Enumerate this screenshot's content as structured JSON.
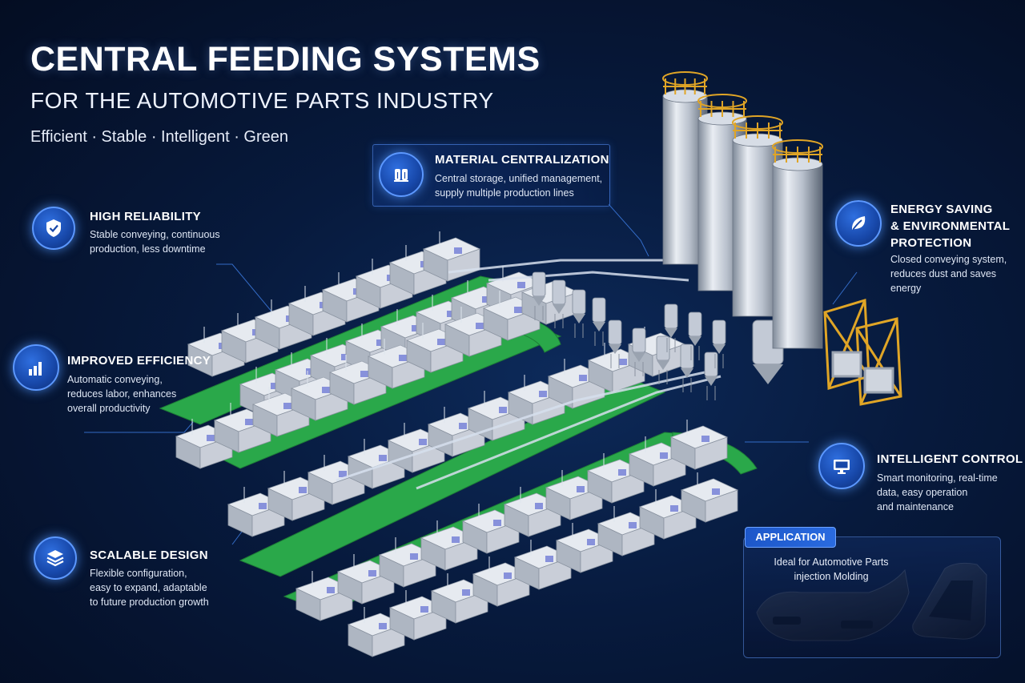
{
  "header": {
    "title": "CENTRAL FEEDING SYSTEMS",
    "subtitle": "FOR THE AUTOMOTIVE PARTS INDUSTRY",
    "tagline": "Efficient · Stable · Intelligent · Green"
  },
  "features": {
    "material": {
      "title": "MATERIAL CENTRALIZATION",
      "desc1": "Central storage, unified management,",
      "desc2": "supply multiple production lines",
      "icon": "silo-icon"
    },
    "reliability": {
      "title": "HIGH RELIABILITY",
      "desc1": "Stable conveying, continuous",
      "desc2": "production, less downtime",
      "icon": "shield-check-icon"
    },
    "efficiency": {
      "title": "IMPROVED EFFICIENCY",
      "desc1": "Automatic conveying,",
      "desc2": "reduces labor, enhances",
      "desc3": "overall productivity",
      "icon": "bar-chart-icon"
    },
    "scalable": {
      "title": "SCALABLE DESIGN",
      "desc1": "Flexible configuration,",
      "desc2": "easy to expand, adaptable",
      "desc3": "to future production growth",
      "icon": "layers-icon"
    },
    "energy": {
      "title1": "ENERGY SAVING",
      "title2": "& ENVIRONMENTAL",
      "title3": "PROTECTION",
      "desc1": "Closed conveying system,",
      "desc2": "reduces dust and saves",
      "desc3": "energy",
      "icon": "leaf-icon"
    },
    "control": {
      "title": "INTELLIGENT CONTROL",
      "desc1": "Smart monitoring, real-time",
      "desc2": "data, easy operation",
      "desc3": "and maintenance",
      "icon": "monitor-icon"
    }
  },
  "application": {
    "badge": "APPLICATION",
    "desc1": "Ideal for Automotive Parts",
    "desc2": "injection Molding"
  },
  "colors": {
    "background": "#071a3d",
    "accent_blue": "#2f6fe0",
    "conveyor_green": "#2aa84a",
    "machine_gray": "#c9ced8",
    "silo_cage": "#e0a526"
  }
}
